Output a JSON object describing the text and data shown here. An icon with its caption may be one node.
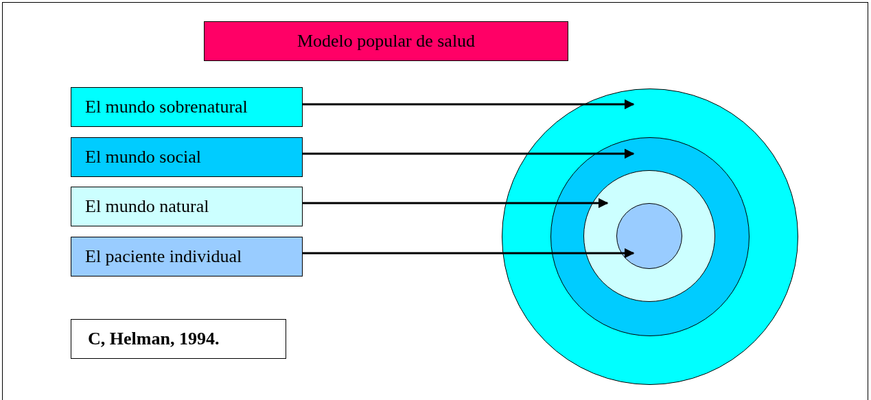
{
  "diagram": {
    "nodes": [
      {
        "text": [
          "Modelo popular de salud"
        ]
      },
      {
        "text": [
          "El mundo sobrenatural"
        ]
      },
      {
        "text": [
          "El mundo social"
        ]
      },
      {
        "text": [
          "El mundo natural"
        ]
      },
      {
        "text": [
          "El paciente individual"
        ]
      },
      {
        "text": [
          "C, Helman, 1994."
        ]
      },
      {
        "text": [],
        "shape": "circle"
      },
      {
        "text": [],
        "shape": "circle",
        "in": 6
      },
      {
        "text": [],
        "shape": "circle",
        "in": 7
      },
      {
        "text": [],
        "shape": "circle",
        "in": 8
      }
    ],
    "edges": [
      {
        "from": 1,
        "to": 6,
        "arrow": "to"
      },
      {
        "from": 2,
        "to": 7,
        "arrow": "to"
      },
      {
        "from": 3,
        "to": 8,
        "arrow": "to"
      },
      {
        "from": 4,
        "to": 9,
        "arrow": "to"
      }
    ]
  }
}
